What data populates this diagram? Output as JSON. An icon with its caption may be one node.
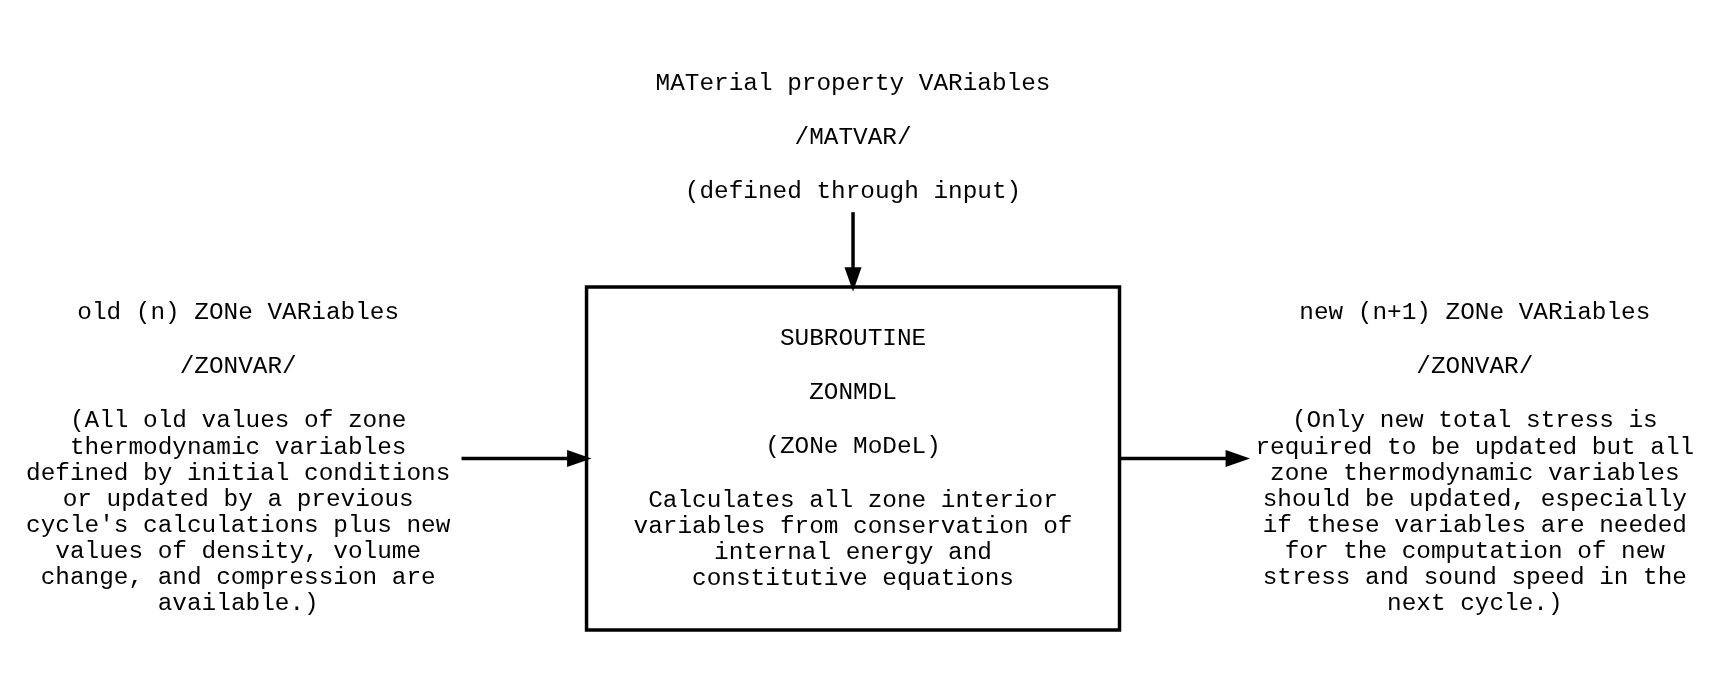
{
  "diagram": {
    "nodes": [
      {
        "text": [
          "MATerial property VARiables",
          "/MATVAR/",
          "(defined through input)"
        ]
      },
      {
        "text": [
          "SUBROUTINE",
          "ZONMDL",
          "(ZONe MoDeL)",
          "Calculates all zone interior variables from conservation of internal energy and constitutive equations"
        ]
      },
      {
        "text": [
          "old (n) ZONe VARiables",
          "/ZONVAR/",
          "(All old values of zone thermodynamic variables defined by initial conditions or updated by a previous cycle's calculations plus new values of density, volume change, and compression are available.)"
        ]
      },
      {
        "text": [
          "new (n+1) ZONe VARiables",
          "/ZONVAR/",
          "(Only new total stress is required to be updated but all zone thermodynamic variables should be updated, especially if these variables are needed for the computation of new stress and sound speed in the next cycle.)"
        ]
      }
    ],
    "edges": [
      {
        "from": 0,
        "to": 1,
        "arrow": "to"
      },
      {
        "from": 2,
        "to": 1,
        "arrow": "to"
      },
      {
        "from": 1,
        "to": 3,
        "arrow": "to"
      }
    ]
  }
}
